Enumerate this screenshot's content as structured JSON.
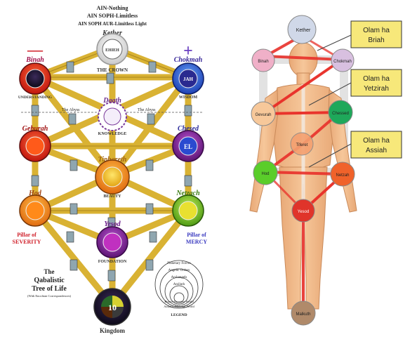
{
  "left": {
    "arc_lines": [
      "AIN-Nothing",
      "AIN SOPH-Limitless",
      "AIN SOPH AUR-Limitless Light"
    ],
    "minus_sign": "—",
    "plus_sign": "+",
    "crown": "Kether",
    "crown_label": "THE CROWN",
    "crown_name": "EHIEH",
    "binah_title": "Binah",
    "binah_sub": "UNDERSTANDING",
    "chokmah_title": "Chokmah",
    "chokmah_sub": "WISDOM",
    "chokmah_name": "JAH",
    "daath_title": "Daath",
    "daath_sub": "KNOWLEDGE",
    "abyss": "The Abyss",
    "geburah_title": "Geburah",
    "chesed_title": "Chesed",
    "chesed_name": "EL",
    "tiphareth_title": "Tiphareth",
    "tiphareth_sub": "BEAUTY",
    "hod_title": "Hod",
    "netzach_title": "Netzach",
    "yesod_title": "Yesod",
    "yesod_sub": "FOUNDATION",
    "malkuth_number": "10",
    "kingdom": "Kingdom",
    "pillar_left_1": "Pillar of",
    "pillar_left_2": "SEVERITY",
    "pillar_right_1": "Pillar of",
    "pillar_right_2": "MERCY",
    "caption_1": "The",
    "caption_2": "Qabalistic",
    "caption_3": "Tree of Life",
    "caption_4": "(With Enochian Correspondences)",
    "legend_lines": [
      "Planetary Forces",
      "Angelic Orders",
      "Archangels",
      "Atziluth",
      "Briatic-Creative World",
      "Assiatic-Material World"
    ],
    "legend_label": "LEGEND"
  },
  "right": {
    "kether": "Kether",
    "binah": "Binah",
    "chokmah": "Chokmah",
    "gevurah": "Gevurah",
    "chessed": "Chessed",
    "tiferet": "Tiferet",
    "hod": "Hod",
    "netzah": "Netzah",
    "yesod": "Yesod",
    "malkuth": "Malkuth",
    "olam_briah_1": "Olam ha",
    "olam_briah_2": "Briah",
    "olam_yetzirah_1": "Olam ha",
    "olam_yetzirah_2": "Yetzirah",
    "olam_assiah_1": "Olam ha",
    "olam_assiah_2": "Assiah"
  }
}
